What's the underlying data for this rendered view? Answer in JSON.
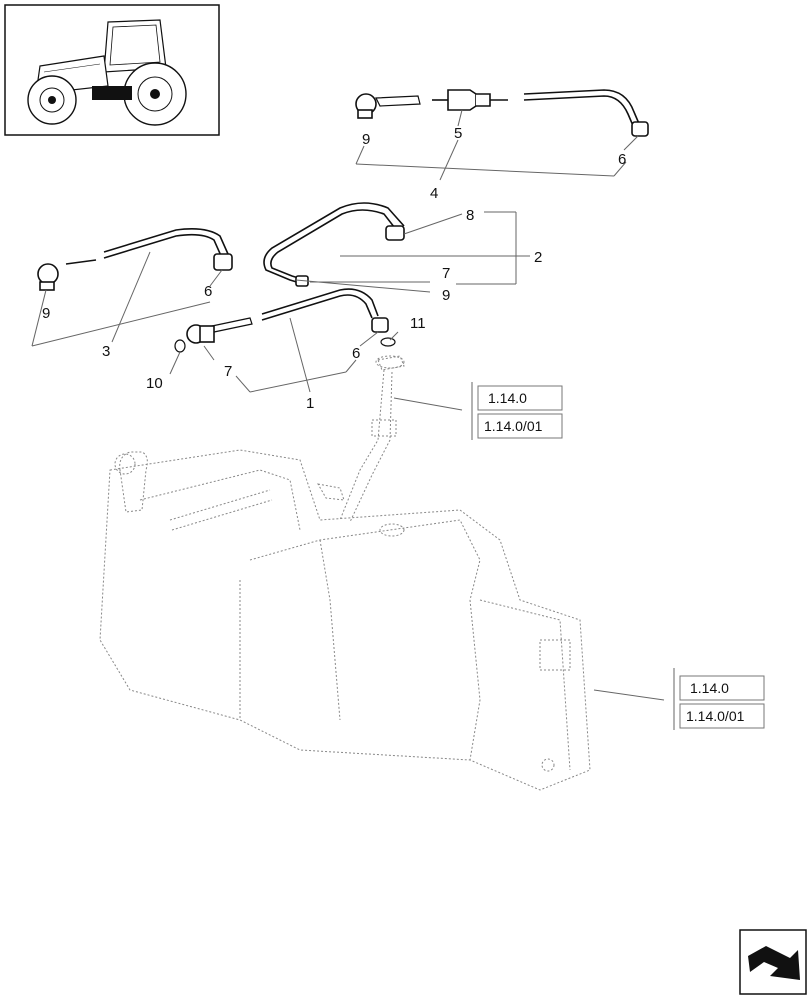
{
  "callouts": {
    "c1": "1",
    "c2": "2",
    "c3": "3",
    "c4": "4",
    "c5": "5",
    "c6a": "6",
    "c6b": "6",
    "c6c": "6",
    "c7a": "7",
    "c7b": "7",
    "c8": "8",
    "c9a": "9",
    "c9b": "9",
    "c9c": "9",
    "c10": "10",
    "c11": "11"
  },
  "references": {
    "upper": {
      "ref1": "1.14.0",
      "ref2": "1.14.0/01"
    },
    "lower": {
      "ref1": "1.14.0",
      "ref2": "1.14.0/01"
    }
  },
  "icons": {
    "thumbnail": "tractor-thumbnail-icon",
    "nav": "next-page-arrow-icon"
  }
}
